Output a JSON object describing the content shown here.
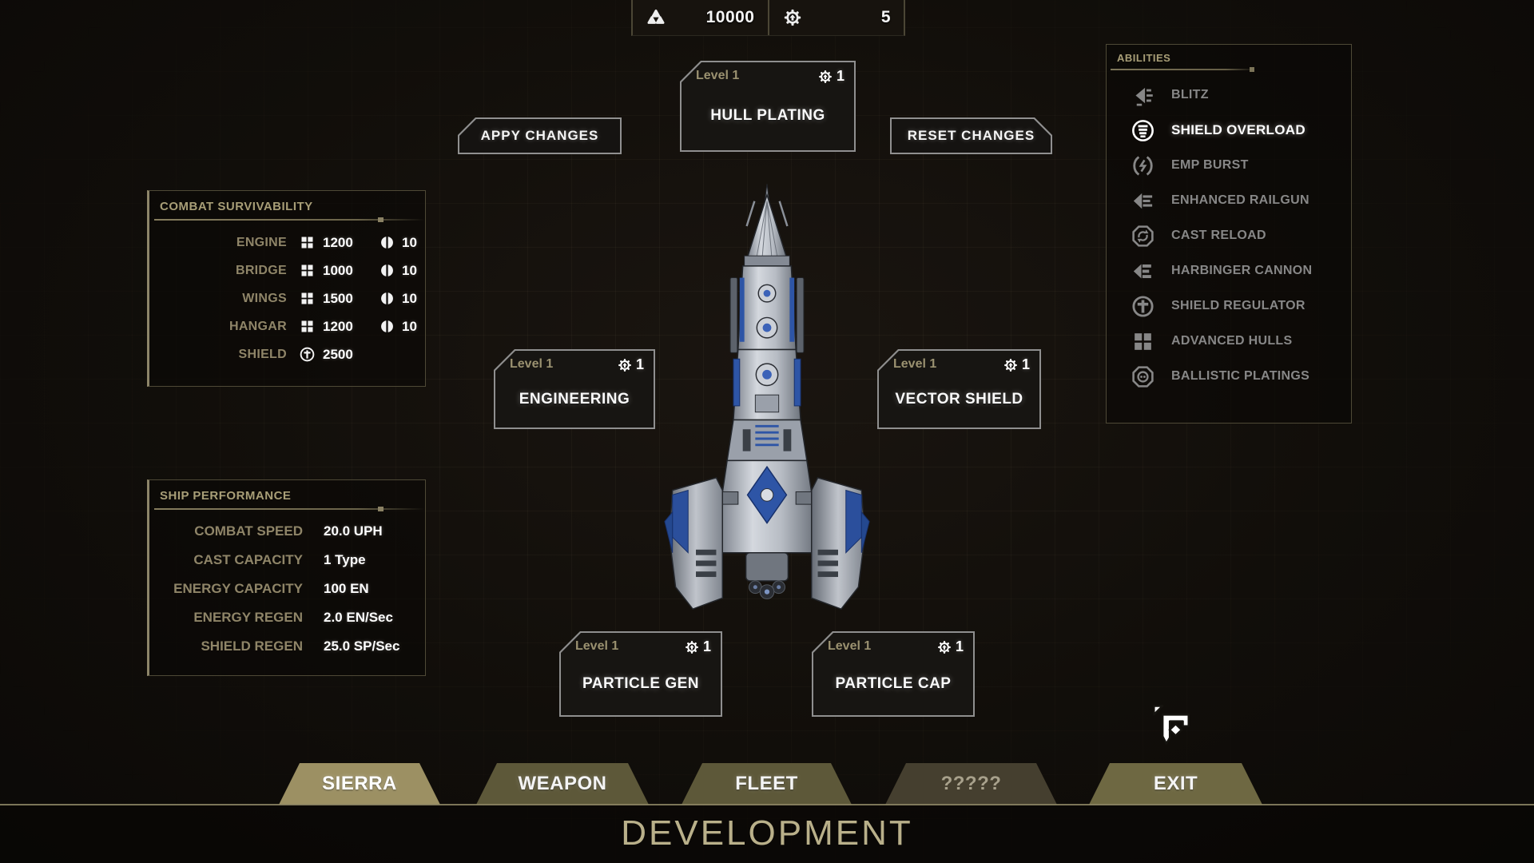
{
  "resources": {
    "metal": "10000",
    "cores": "5"
  },
  "top_buttons": {
    "apply": "APPY CHANGES",
    "reset": "RESET CHANGES"
  },
  "nodes": {
    "hull_plating": {
      "level": "Level 1",
      "count": "1",
      "name": "HULL PLATING"
    },
    "engineering": {
      "level": "Level 1",
      "count": "1",
      "name": "ENGINEERING"
    },
    "vector_shield": {
      "level": "Level 1",
      "count": "1",
      "name": "VECTOR SHIELD"
    },
    "particle_gen": {
      "level": "Level 1",
      "count": "1",
      "name": "PARTICLE GEN"
    },
    "particle_cap": {
      "level": "Level 1",
      "count": "1",
      "name": "PARTICLE CAP"
    }
  },
  "combat_survivability": {
    "title": "COMBAT SURVIVABILITY",
    "rows": [
      {
        "label": "ENGINE",
        "hp": "1200",
        "armor": "10"
      },
      {
        "label": "BRIDGE",
        "hp": "1000",
        "armor": "10"
      },
      {
        "label": "WINGS",
        "hp": "1500",
        "armor": "10"
      },
      {
        "label": "HANGAR",
        "hp": "1200",
        "armor": "10"
      },
      {
        "label": "SHIELD",
        "shield": "2500"
      }
    ]
  },
  "ship_performance": {
    "title": "SHIP PERFORMANCE",
    "rows": [
      {
        "label": "COMBAT SPEED",
        "value": "20.0 UPH"
      },
      {
        "label": "CAST CAPACITY",
        "value": "1 Type"
      },
      {
        "label": "ENERGY CAPACITY",
        "value": "100 EN"
      },
      {
        "label": "ENERGY REGEN",
        "value": "2.0 EN/Sec"
      },
      {
        "label": "SHIELD REGEN",
        "value": "25.0 SP/Sec"
      }
    ]
  },
  "abilities": {
    "title": "ABILITIES",
    "items": [
      {
        "label": "BLITZ",
        "selected": false
      },
      {
        "label": "SHIELD OVERLOAD",
        "selected": true
      },
      {
        "label": "EMP BURST",
        "selected": false
      },
      {
        "label": "ENHANCED RAILGUN",
        "selected": false
      },
      {
        "label": "CAST RELOAD",
        "selected": false
      },
      {
        "label": "HARBINGER CANNON",
        "selected": false
      },
      {
        "label": "SHIELD REGULATOR",
        "selected": false
      },
      {
        "label": "ADVANCED HULLS",
        "selected": false
      },
      {
        "label": "BALLISTIC PLATINGS",
        "selected": false
      }
    ]
  },
  "tabs": [
    {
      "label": "SIERRA",
      "active": true
    },
    {
      "label": "WEAPON",
      "active": false
    },
    {
      "label": "FLEET",
      "active": false
    },
    {
      "label": "?????",
      "active": false
    },
    {
      "label": "EXIT",
      "active": false
    }
  ],
  "footer_title": "DEVELOPMENT",
  "colors": {
    "gold": "#a89e77",
    "tab_active": "#9c9063",
    "tab_normal": "#5d5839",
    "tab_dim": "#453f2f",
    "tab_exit": "#6e6842",
    "accent_blue": "#2e55a6",
    "panel_border": "#8f8f8f",
    "stat_border": "#4e4936"
  }
}
